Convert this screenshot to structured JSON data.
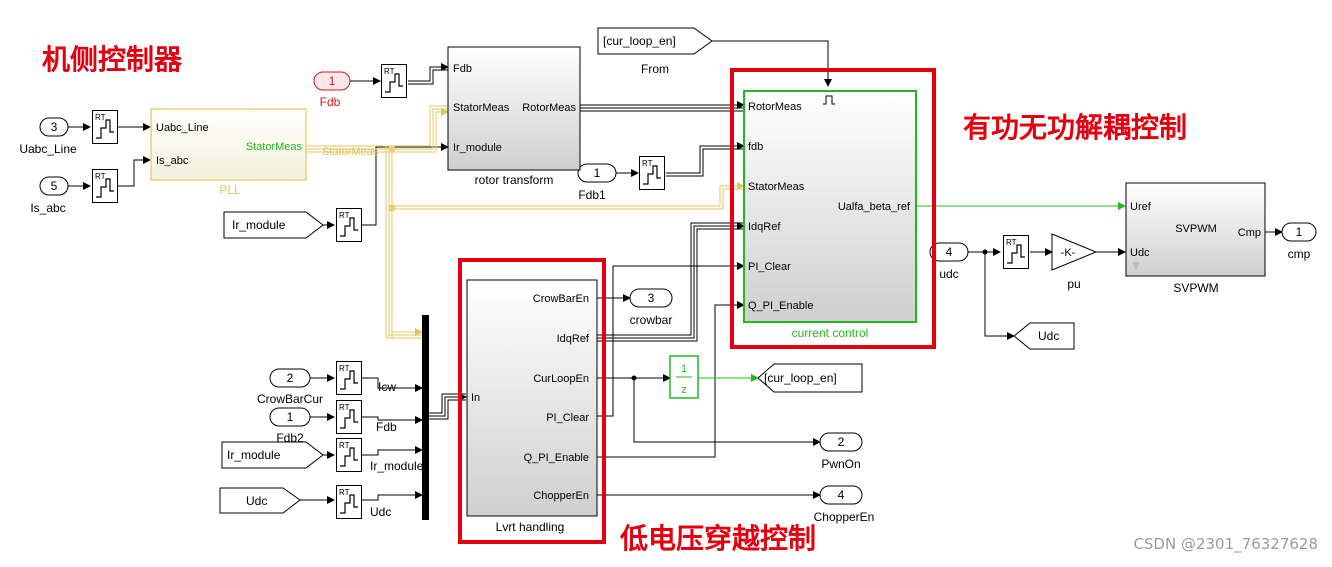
{
  "annotations": {
    "machine_side": "机侧控制器",
    "decoupling": "有功无功解耦控制",
    "lvrt": "低电压穿越控制"
  },
  "watermark": "CSDN @2301_76327628",
  "colors": {
    "annotation": "#e3000f",
    "green_block": "#22b822",
    "yellow_signal": "#e8d07a",
    "inport_red": "#d11a1a"
  },
  "inports": {
    "uabc": {
      "num": "3",
      "label": "Uabc_Line"
    },
    "isabc": {
      "num": "5",
      "label": "Is_abc"
    },
    "fdb": {
      "num": "1",
      "label": "Fdb"
    },
    "fdb1": {
      "num": "1",
      "label": "Fdb1"
    },
    "udc": {
      "num": "4",
      "label": "udc"
    },
    "crowbarcur": {
      "num": "2",
      "label": "CrowBarCur"
    },
    "fdb2": {
      "num": "1",
      "label": "Fdb2"
    }
  },
  "outports": {
    "cmp": {
      "num": "1",
      "label": "cmp"
    },
    "crowbar": {
      "num": "3",
      "label": "crowbar"
    },
    "pwnon": {
      "num": "2",
      "label": "PwnOn"
    },
    "chopperen": {
      "num": "4",
      "label": "ChopperEn"
    }
  },
  "gotos": {
    "from_cur_loop": {
      "tag": "[cur_loop_en]",
      "label": "From"
    },
    "goto_cur_loop": {
      "tag": "[cur_loop_en]"
    },
    "ir_module_a": {
      "tag": "Ir_module"
    },
    "ir_module_b": {
      "tag": "Ir_module"
    },
    "udc_in": {
      "tag": "Udc"
    },
    "udc_out": {
      "tag": "Udc"
    }
  },
  "blocks": {
    "pll": {
      "name": "PLL",
      "in1": "Uabc_Line",
      "in2": "Is_abc",
      "out": "StatorMeas"
    },
    "rotor": {
      "name": "rotor transform",
      "in1": "Fdb",
      "in2": "StatorMeas",
      "in3": "Ir_module",
      "out": "RotorMeas"
    },
    "current": {
      "name": "current control",
      "in1": "RotorMeas",
      "in2": "fdb",
      "in3": "StatorMeas",
      "in4": "IdqRef",
      "in5": "PI_Clear",
      "in6": "Q_PI_Enable",
      "out": "Ualfa_beta_ref"
    },
    "svpwm": {
      "name": "SVPWM",
      "title": "SVPWM",
      "in1": "Uref",
      "in2": "Udc",
      "out": "Cmp"
    },
    "lvrt": {
      "name": "Lvrt handling",
      "in1": "In",
      "out1": "CrowBarEn",
      "out2": "IdqRef",
      "out3": "CurLoopEn",
      "out4": "PI_Clear",
      "out5": "Q_PI_Enable",
      "out6": "ChopperEn"
    },
    "gain": {
      "text": "-K-",
      "label": "pu"
    },
    "delay": {
      "num": "1",
      "den": "z"
    },
    "rt": "RT"
  },
  "signals": {
    "stator_meas": "StatorMeas",
    "icw": "Icw",
    "fdb": "Fdb",
    "ir_module": "Ir_module",
    "udc": "Udc"
  }
}
